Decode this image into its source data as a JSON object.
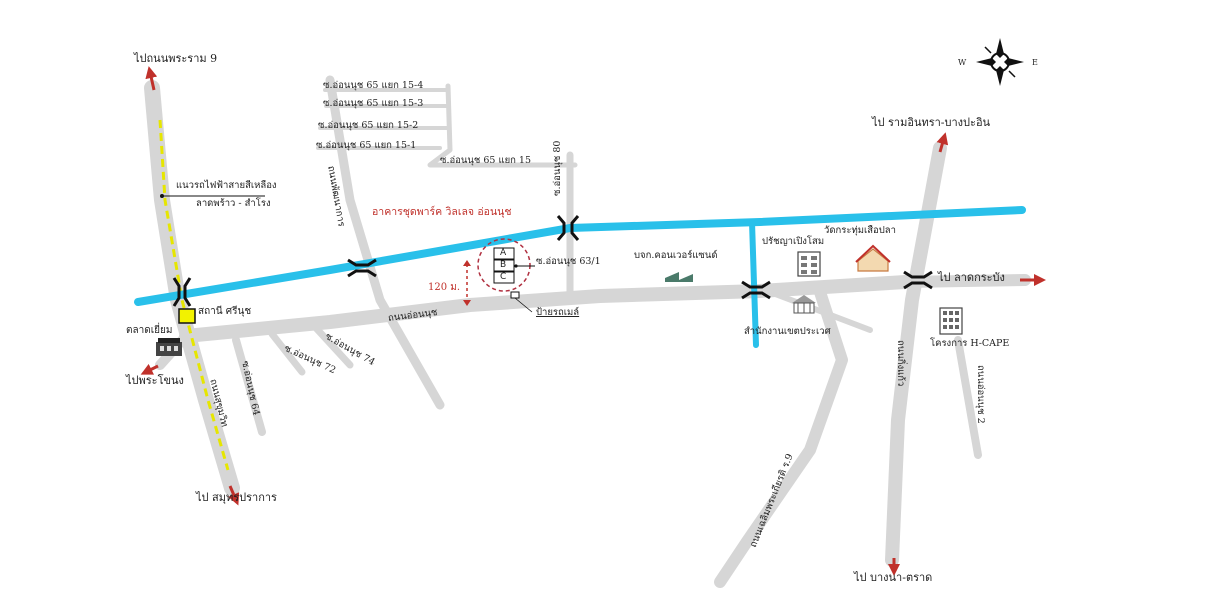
{
  "map": {
    "compass": {
      "west": "W",
      "east": "E"
    },
    "destinations": {
      "rama9": "ไปถนนพระราม 9",
      "ramintra": "ไป รามอินทรา-บางปะอิน",
      "latkrabang": "ไป ลาดกระบัง",
      "phrakhanong": "ไปพระโขนง",
      "samutprakan": "ไป สมุทรปราการ",
      "bangna": "ไป บางนา-ตราด"
    },
    "roads": {
      "soi_15_4": "ซ.อ่อนนุช 65 แยก 15-4",
      "soi_15_3": "ซ.อ่อนนุช 65 แยก 15-3",
      "soi_15_2": "ซ.อ่อนนุช 65 แยก 15-2",
      "soi_15_1": "ซ.อ่อนนุช 65 แยก 15-1",
      "soi_15": "ซ.อ่อนนุช 65 แยก 15",
      "soi_80": "ซ.อ่อนนุช 80",
      "soi_631": "ซ.อ่อนนุช 63/1",
      "soi_74": "ซ.อ่อนนุช 74",
      "soi_72": "ซ.อ่อนนุช 72",
      "soi_64": "ซ.อ่อนนุช 64",
      "on_nut_road": "ถนนอ่อนนุช",
      "phatthanakan": "ถนนพัฒนาการ",
      "sukhumvit": "ถนนสุขุมวิท",
      "chaloem_phrakiat": "ถนนเฉลิมพระเกียรติ ร.9",
      "kingkaew": "ถนนกิ่งแก้ว",
      "onnut_2": "ถนนอ่อนนุช 2"
    },
    "places": {
      "bts_note_line1": "แนวรถไฟฟ้าสายสีเหลือง",
      "bts_note_line2": "ลาดพร้าว - สำโรง",
      "building_name": "อาคารชุดพาร์ค วิลเลจ อ่อนนุช",
      "buildings": [
        "A",
        "B",
        "C"
      ],
      "distance": "120 ม.",
      "station": "สถานี ศรีนุช",
      "market": "ตลาดเยี่ยม",
      "bus_stop": "ป้ายรถเมล์",
      "company": "บจก.คอนเวอร์แซนด์",
      "school": "ปรัชญาเปิงโสม",
      "temple": "วัดกระทุ่มเสือปลา",
      "district_office": "สำนักงานเขตประเวศ",
      "project": "โครงการ H-CAPE"
    },
    "colors": {
      "canal": "#29c0ea",
      "road": "#d6d6d6",
      "road_edge": "#c4c4c4",
      "arrow": "#c0312b",
      "bridge": "#111111",
      "skytrain_dash": "#e6e600",
      "station_box": "#f2f200",
      "marker": "#b03040"
    }
  }
}
